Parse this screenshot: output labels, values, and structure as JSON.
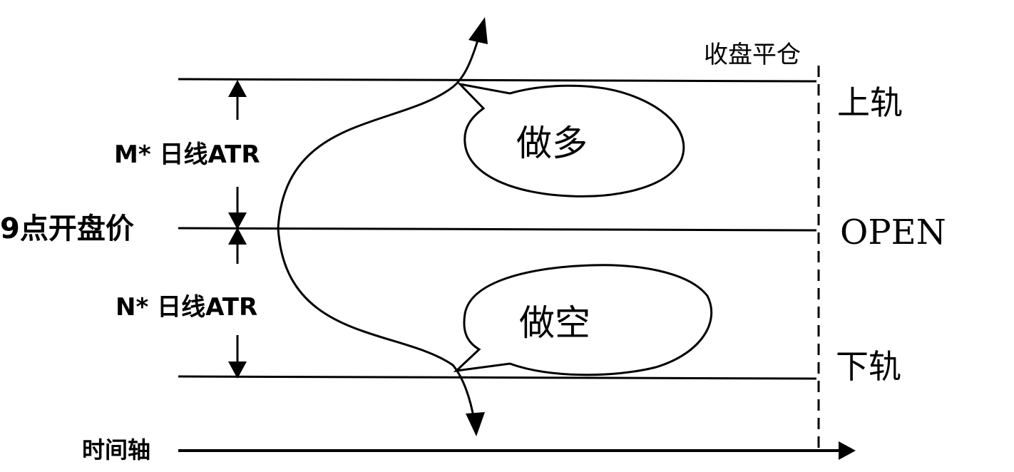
{
  "labels": {
    "close_position": "收盘平仓",
    "upper_band": "上轨",
    "open": "OPEN",
    "lower_band": "下轨",
    "m_atr": "M* 日线ATR",
    "open_price": "9点开盘价",
    "n_atr": "N* 日线ATR",
    "time_axis": "时间轴",
    "go_long": "做多",
    "go_short": "做空"
  }
}
